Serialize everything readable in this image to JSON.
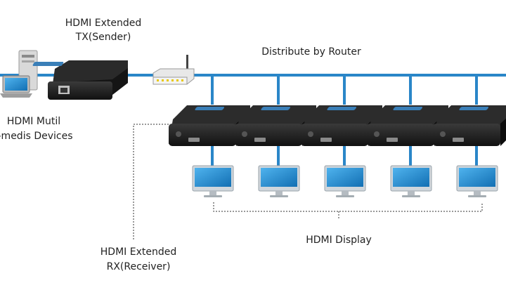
{
  "labels": {
    "tx_line1": "HDMI Extended",
    "tx_line2": "TX(Sender)",
    "router": "Distribute by Router",
    "source_line1": "HDMI Mutil",
    "source_line2": "-medis Devices",
    "rx_line1": "HDMI Extended",
    "rx_line2": "RX(Receiver)",
    "display": "HDMI Display"
  },
  "receivers": [
    {
      "id": 1
    },
    {
      "id": 2
    },
    {
      "id": 3
    },
    {
      "id": 4
    },
    {
      "id": 5
    }
  ],
  "colors": {
    "cable": "#2a86c8",
    "device": "#1b1b1b",
    "device_top": "#2c2c2c",
    "screen": "#1e8fd8",
    "monitor_frame": "#cfd6dc",
    "dotted": "#333333"
  },
  "icons": {
    "source": "computer-devices-icon",
    "sender": "hdmi-sender-box-icon",
    "router": "router-icon",
    "receiver": "hdmi-receiver-box-icon",
    "display": "monitor-icon"
  }
}
